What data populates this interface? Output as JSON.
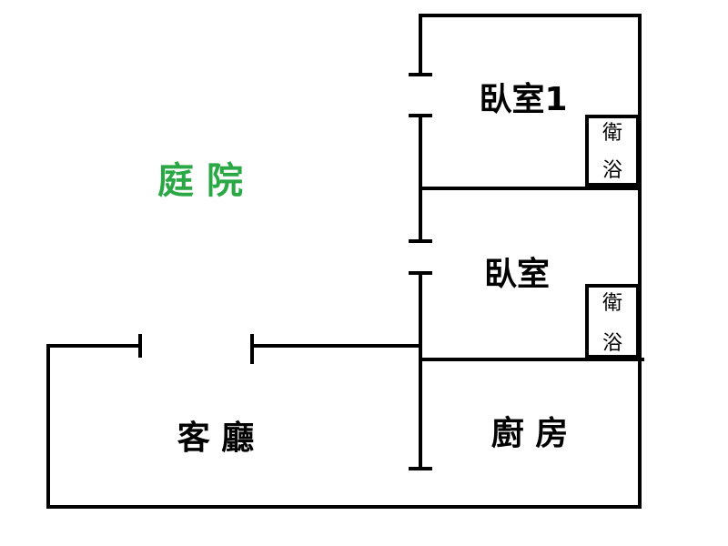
{
  "colors": {
    "wall": "#000000",
    "courtyard_text": "#2aa845",
    "text": "#000000",
    "background": "#ffffff"
  },
  "rooms": {
    "courtyard": "庭 院",
    "bedroom1": "臥室1",
    "bath1": {
      "line1": "衛",
      "line2": "浴"
    },
    "bedroom2": "臥室",
    "bath2": {
      "line1": "衛",
      "line2": "浴"
    },
    "living_room": "客 廳",
    "kitchen": "廚 房"
  }
}
